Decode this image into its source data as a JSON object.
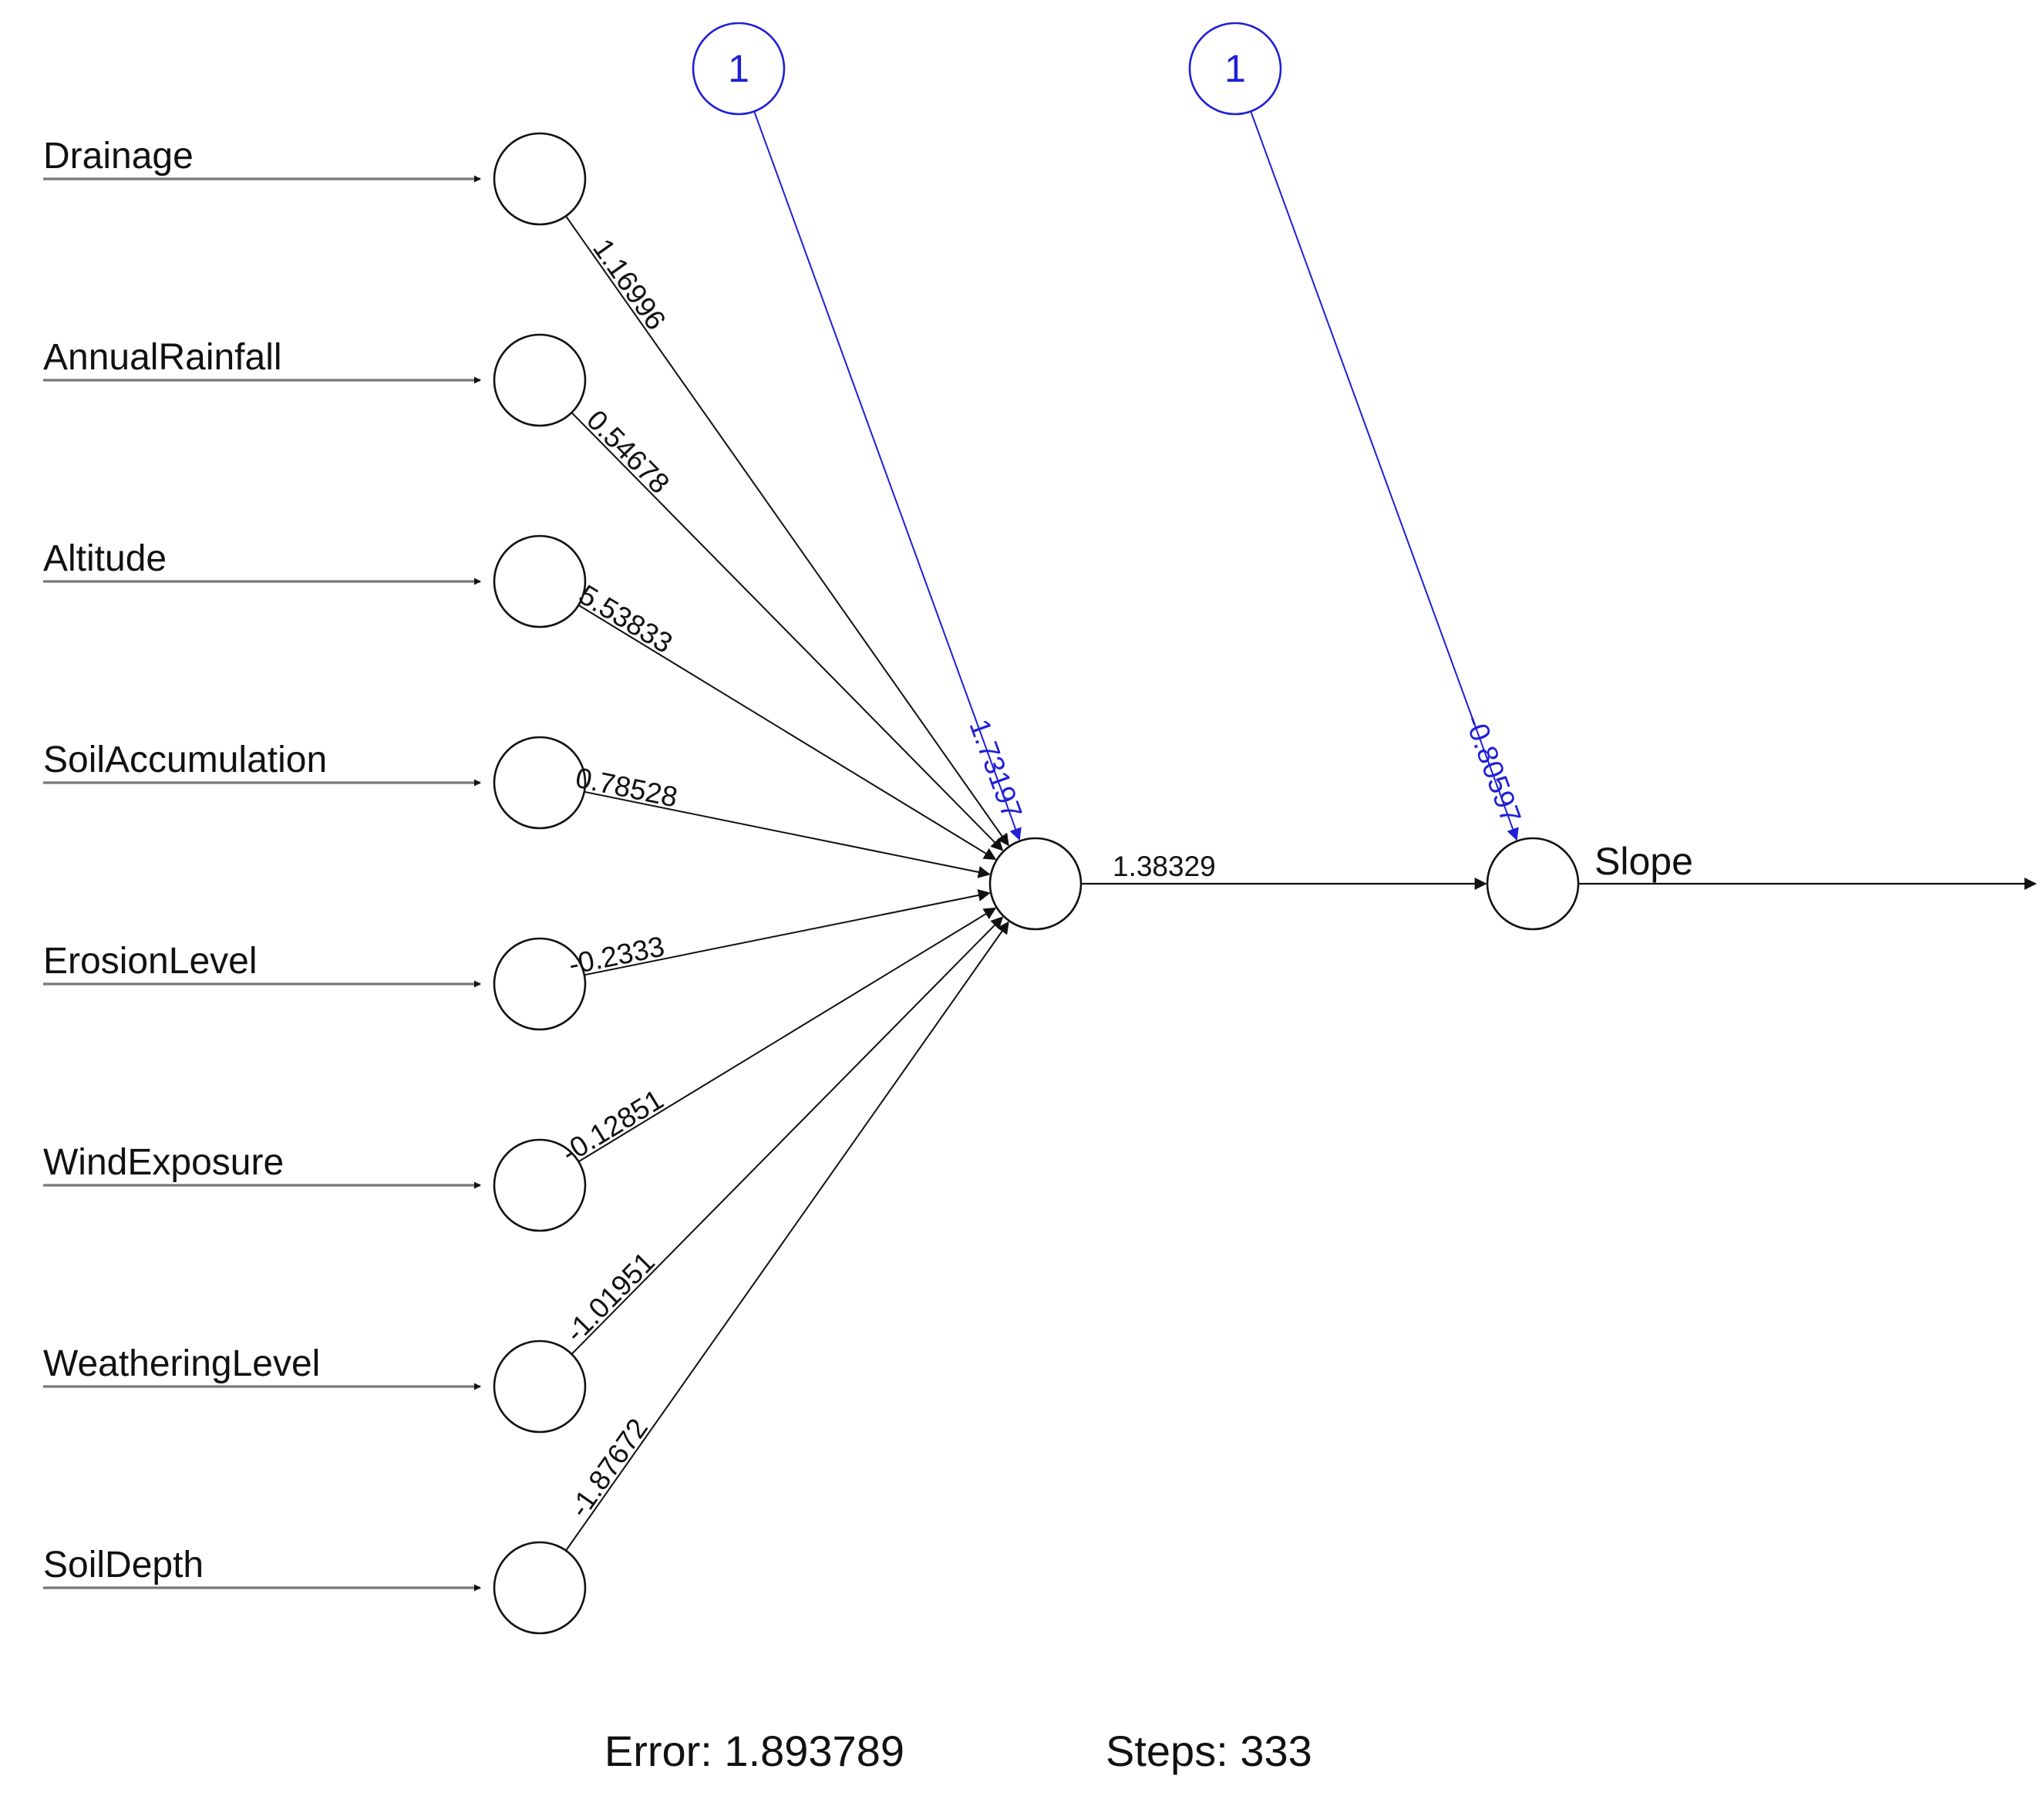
{
  "network": {
    "inputs": [
      {
        "name": "Drainage",
        "weight": "1.16996"
      },
      {
        "name": "AnnualRainfall",
        "weight": "0.54678"
      },
      {
        "name": "Altitude",
        "weight": "5.53833"
      },
      {
        "name": "SoilAccumulation",
        "weight": "0.78528"
      },
      {
        "name": "ErosionLevel",
        "weight": "-0.2333"
      },
      {
        "name": "WindExposure",
        "weight": "-0.12851"
      },
      {
        "name": "WeatheringLevel",
        "weight": "-1.01951"
      },
      {
        "name": "SoilDepth",
        "weight": "-1.87672"
      }
    ],
    "hidden_bias": {
      "label": "1",
      "weight": "1.73197"
    },
    "output_bias": {
      "label": "1",
      "weight": "-0.80597"
    },
    "hidden_to_output_weight": "1.38329",
    "output_name": "Slope",
    "bias_color": "#1f1fd6",
    "edge_color": "#111111"
  },
  "footer": {
    "error": "Error: 1.893789",
    "steps": "Steps: 333"
  }
}
